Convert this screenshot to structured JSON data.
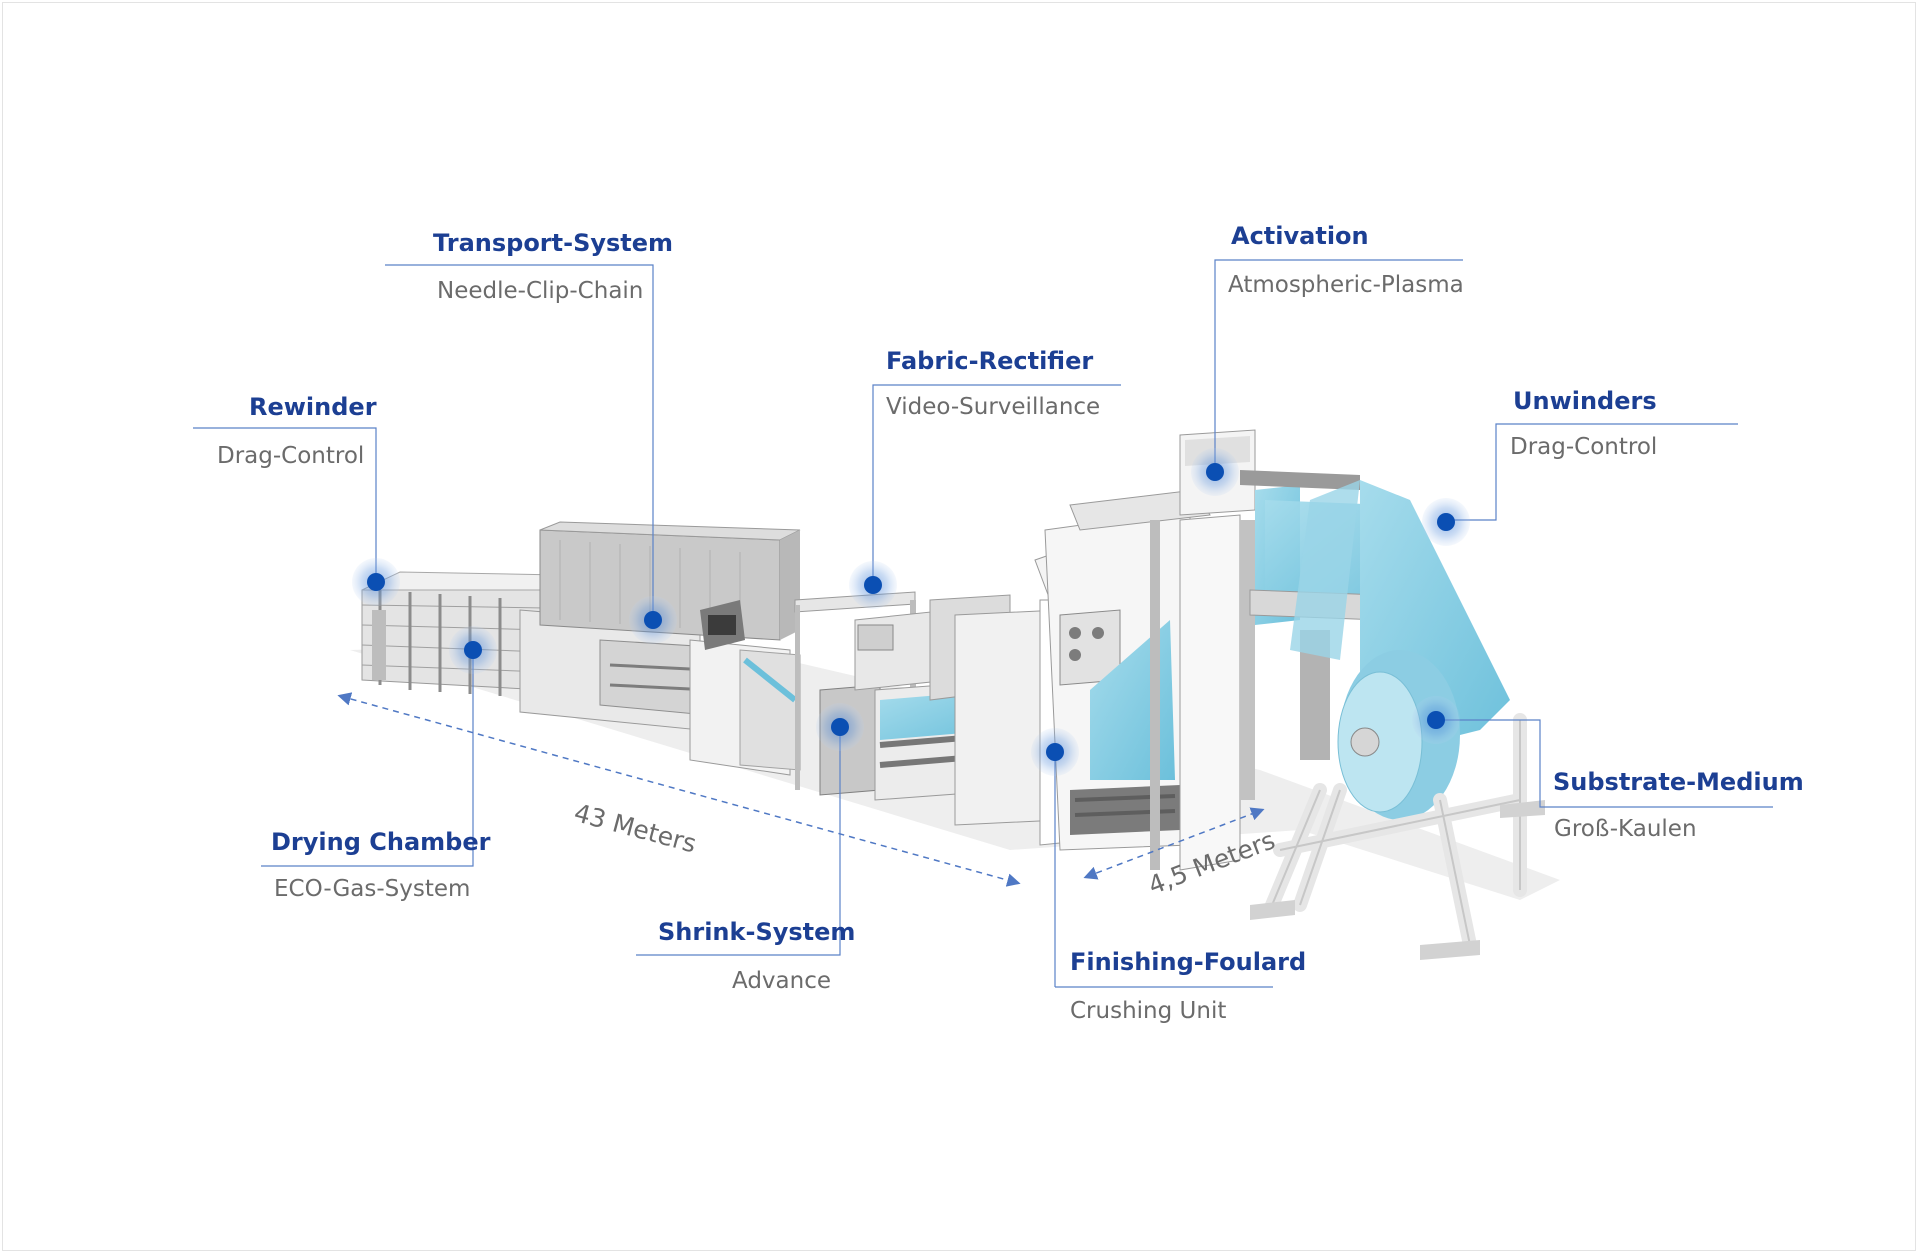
{
  "callouts": {
    "transport": {
      "title": "Transport-System",
      "subtitle": "Needle-Clip-Chain"
    },
    "activation": {
      "title": "Activation",
      "subtitle": "Atmospheric-Plasma"
    },
    "rectifier": {
      "title": "Fabric-Rectifier",
      "subtitle": "Video-Surveillance"
    },
    "rewinder": {
      "title": "Rewinder",
      "subtitle": "Drag-Control"
    },
    "unwinders": {
      "title": "Unwinders",
      "subtitle": "Drag-Control"
    },
    "substrate": {
      "title": "Substrate-Medium",
      "subtitle": "Groß-Kaulen"
    },
    "drying": {
      "title": "Drying Chamber",
      "subtitle": "ECO-Gas-System"
    },
    "shrink": {
      "title": "Shrink-System",
      "subtitle": "Advance"
    },
    "finishing": {
      "title": "Finishing-Foulard",
      "subtitle": "Crushing Unit"
    }
  },
  "dimensions": {
    "length": "43 Meters",
    "width": "4,5 Meters"
  },
  "colors": {
    "accent": "#1c3f93",
    "marker": "#0b4fb3",
    "fabric": "#8fd0e4",
    "line": "#5b82c8"
  }
}
